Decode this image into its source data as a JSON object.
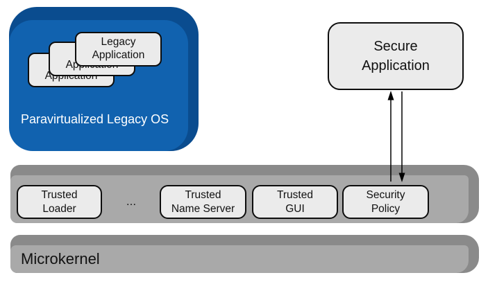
{
  "colors": {
    "legacy_os_face": "#1162af",
    "legacy_os_edge": "#0a4c8f",
    "bar_face": "#a9a9a9",
    "bar_edge": "#8a8a8a",
    "node_fill": "#ebebeb",
    "node_border": "#0d0d0d",
    "background": "#ffffff"
  },
  "legacy_os": {
    "label": "Paravirtualized Legacy OS",
    "apps": [
      {
        "line1": "Legacy",
        "line2": "Application"
      },
      {
        "line1": "Legacy",
        "line2": "Application"
      },
      {
        "line1": "Legacy",
        "line2": "Application"
      }
    ]
  },
  "secure_app": {
    "line1": "Secure",
    "line2": "Application"
  },
  "services_bar": {
    "ellipsis": "...",
    "items": [
      {
        "line1": "Trusted",
        "line2": "Loader"
      },
      {
        "line1": "Trusted",
        "line2": "Name Server"
      },
      {
        "line1": "Trusted",
        "line2": "GUI"
      },
      {
        "line1": "Security",
        "line2": "Policy"
      }
    ]
  },
  "kernel_bar": {
    "label": "Microkernel"
  }
}
